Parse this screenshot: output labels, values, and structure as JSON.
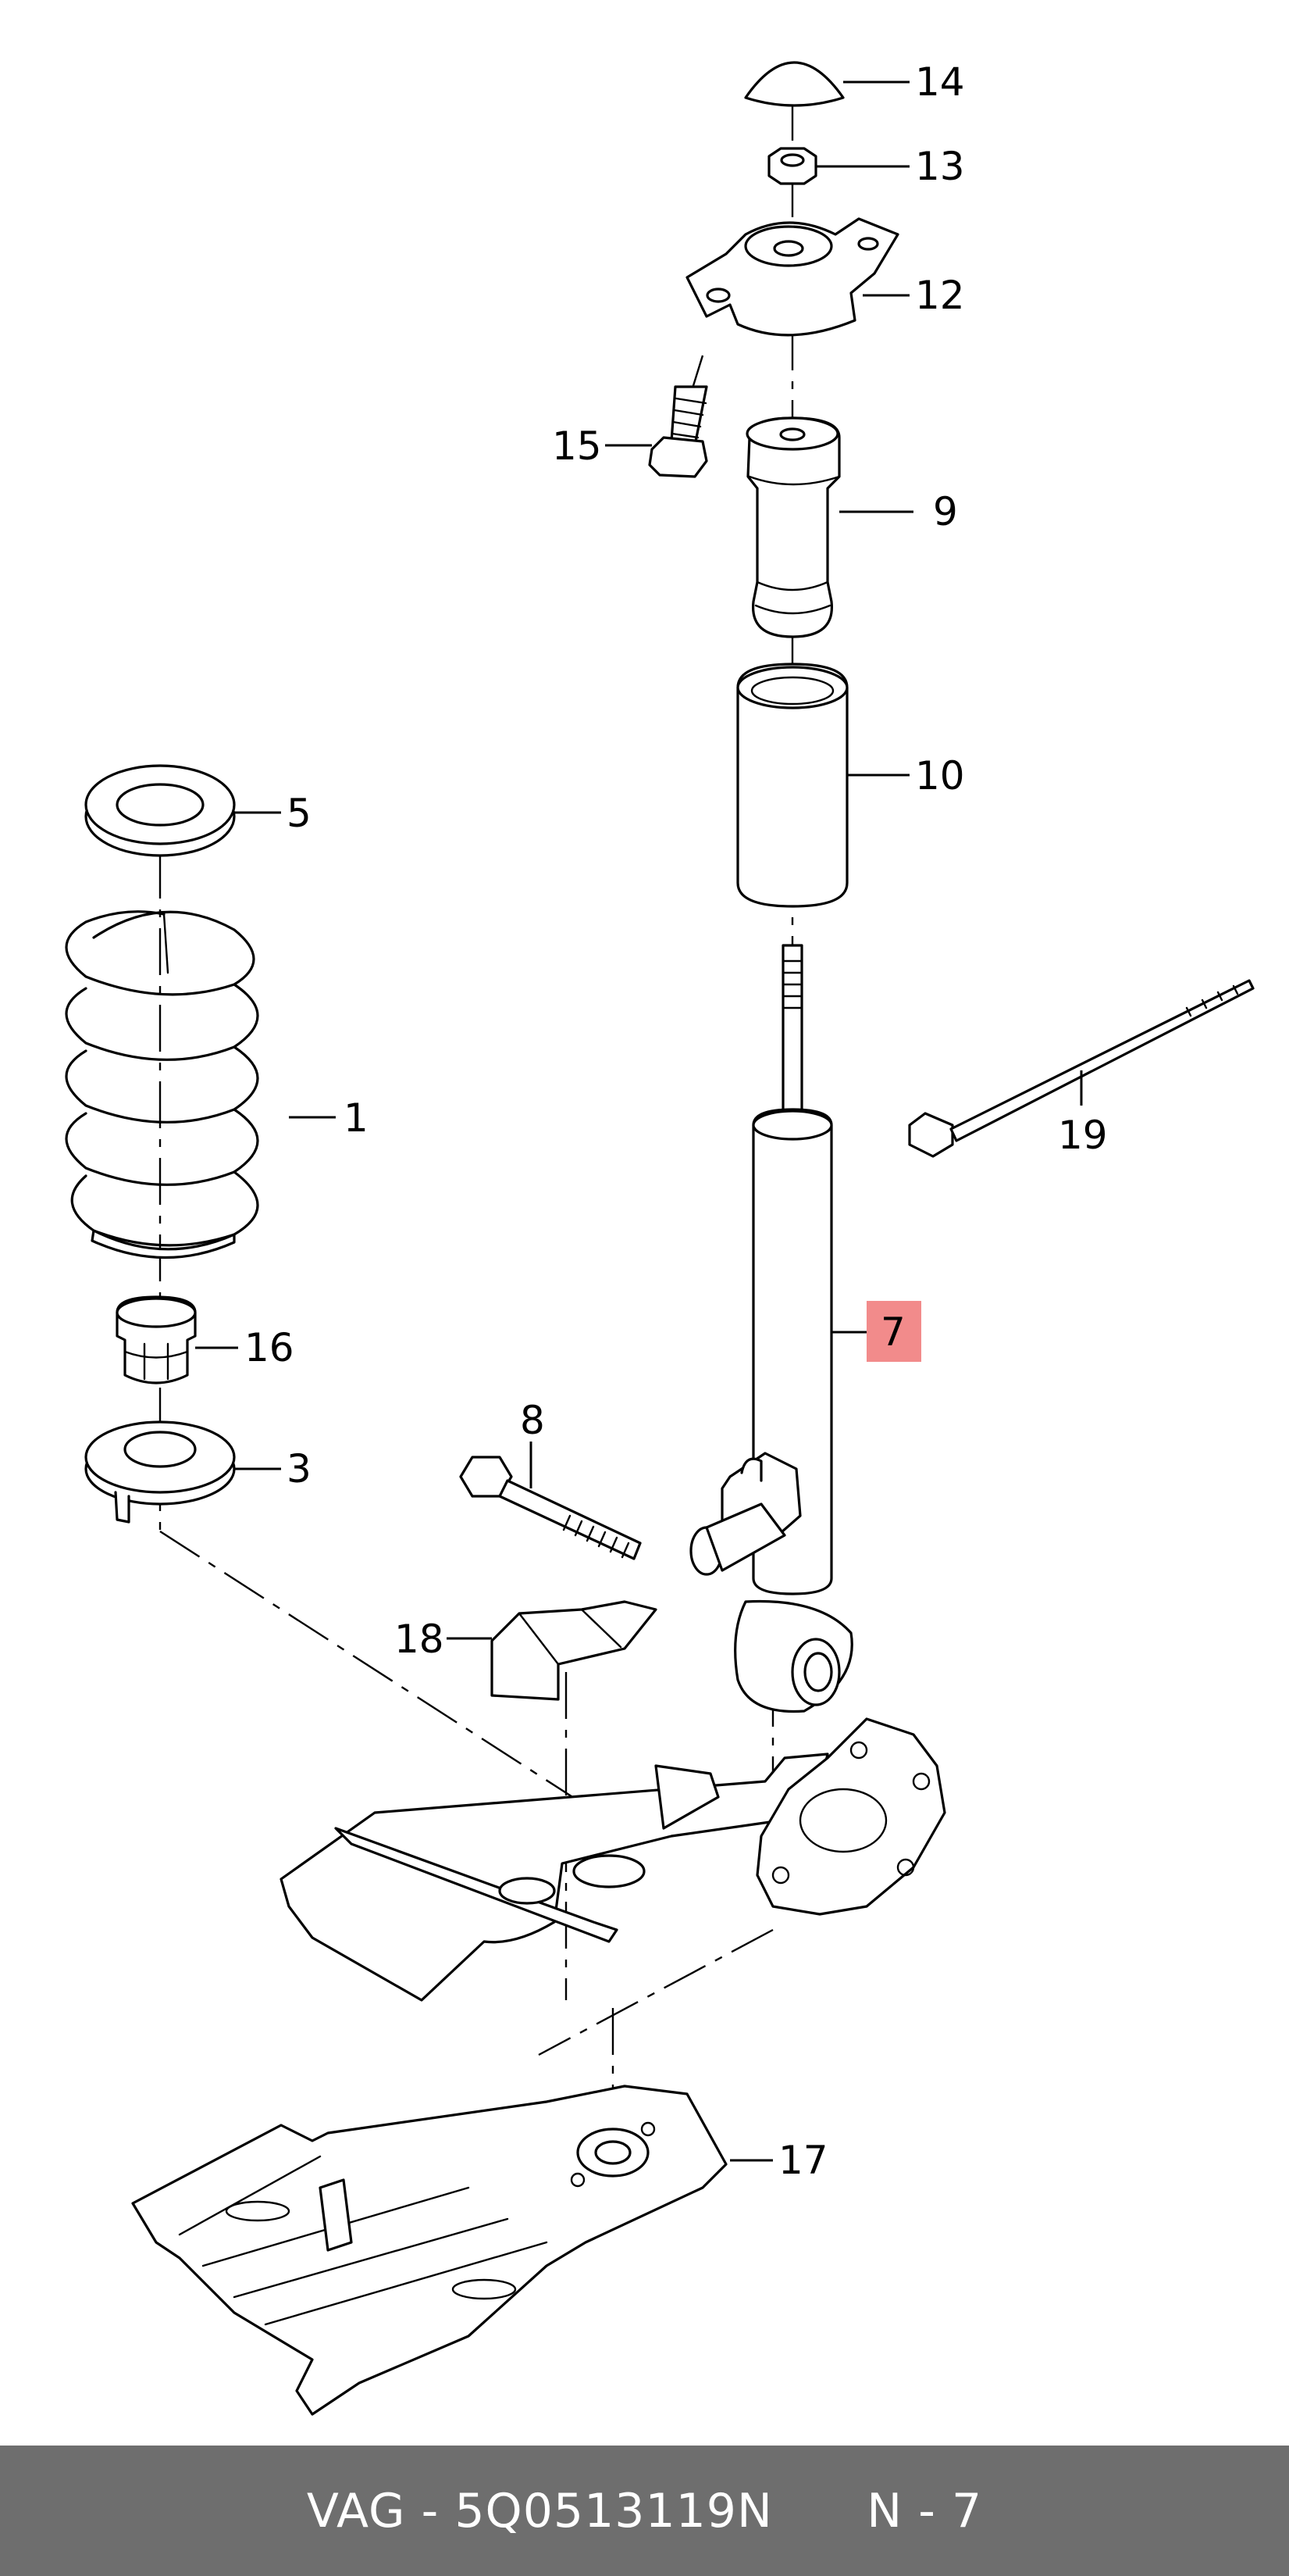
{
  "diagram": {
    "callouts": [
      {
        "id": "14",
        "label": "14",
        "highlight": false
      },
      {
        "id": "13",
        "label": "13",
        "highlight": false
      },
      {
        "id": "12",
        "label": "12",
        "highlight": false
      },
      {
        "id": "15",
        "label": "15",
        "highlight": false
      },
      {
        "id": "9",
        "label": "9",
        "highlight": false
      },
      {
        "id": "10",
        "label": "10",
        "highlight": false
      },
      {
        "id": "5",
        "label": "5",
        "highlight": false
      },
      {
        "id": "1",
        "label": "1",
        "highlight": false
      },
      {
        "id": "19",
        "label": "19",
        "highlight": false
      },
      {
        "id": "7",
        "label": "7",
        "highlight": true
      },
      {
        "id": "16",
        "label": "16",
        "highlight": false
      },
      {
        "id": "3",
        "label": "3",
        "highlight": false
      },
      {
        "id": "8",
        "label": "8",
        "highlight": false
      },
      {
        "id": "18",
        "label": "18",
        "highlight": false
      },
      {
        "id": "17",
        "label": "17",
        "highlight": false
      }
    ],
    "highlight_color": "#f28b8b"
  },
  "footer": {
    "brand": "VAG",
    "separator": "-",
    "part_number": "5Q0513119N",
    "position": "N - 7",
    "background": "#6e6e6e"
  }
}
